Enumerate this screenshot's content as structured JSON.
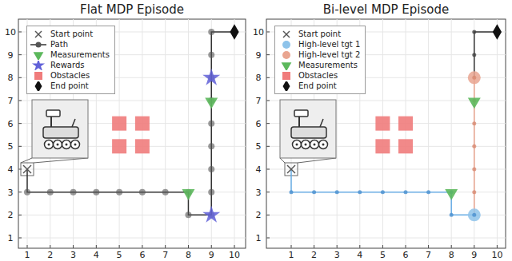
{
  "diagram": {
    "labels": [
      "Flat MDP Episode",
      "1",
      "2",
      "3",
      "4",
      "5",
      "6",
      "7",
      "8",
      "9",
      "10",
      "1",
      "2",
      "3",
      "4",
      "5",
      "6",
      "7",
      "8",
      "9",
      "10",
      "Bi-level MDP Episode",
      "1",
      "2",
      "3",
      "4",
      "5",
      "6",
      "7",
      "8",
      "9",
      "10",
      "1",
      "2",
      "3",
      "4",
      "5",
      "6",
      "7",
      "8",
      "9",
      "10"
    ],
    "legend": [
      {
        "text": "Start point"
      },
      {
        "text": "Path"
      },
      {
        "text": "Measurements"
      },
      {
        "text": "Rewards"
      },
      {
        "text": "Obstacles",
        "color": "#f07c7c"
      },
      {
        "text": "End point"
      },
      {
        "text": "Start point"
      },
      {
        "text": "High-level tgt 1"
      },
      {
        "text": "High-level tgt 2"
      },
      {
        "text": "Measurements"
      },
      {
        "text": "Obstacles",
        "color": "#f07c7c"
      },
      {
        "text": "End point"
      }
    ]
  }
}
